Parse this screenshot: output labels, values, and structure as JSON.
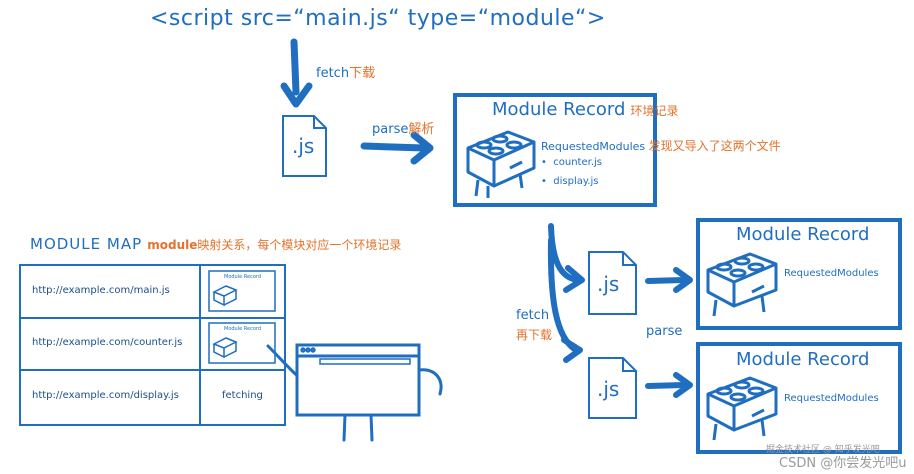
{
  "script_tag": "<script  src=“main.js“  type=“module“>",
  "fetch_label": "fetch",
  "fetch_label_cn": "下载",
  "js_label": ".js",
  "parse_label": "parse",
  "parse_label_cn": "解析",
  "module_record_title": "Module Record",
  "module_record_cn": "环境记录",
  "requested_modules": "RequestedModules",
  "requested_modules_cn": "发现又导入了这两个文件",
  "imports": [
    "counter.js",
    "display.js"
  ],
  "module_map_title": "MODULE MAP",
  "module_map_keyword": "module",
  "module_map_cn": "映射关系，每个模块对应一个环境记录",
  "map_rows": [
    {
      "url": "http://example.com/main.js",
      "status": "Module Record"
    },
    {
      "url": "http://example.com/counter.js",
      "status": "Module Record"
    },
    {
      "url": "http://example.com/display.js",
      "status": "fetching"
    }
  ],
  "fetch2_label": "fetch",
  "fetch2_label_cn": "再下载",
  "parse2_label": "parse",
  "right_records": [
    {
      "title": "Module Record",
      "sub": "RequestedModules"
    },
    {
      "title": "Module Record",
      "sub": "RequestedModules"
    }
  ],
  "watermark": "CSDN @你尝发光吧u",
  "watermark_small": "掘金技术社区 @ 知乎发光吧",
  "colors": {
    "blue": "#1f6ec0",
    "orange": "#e3722b"
  }
}
